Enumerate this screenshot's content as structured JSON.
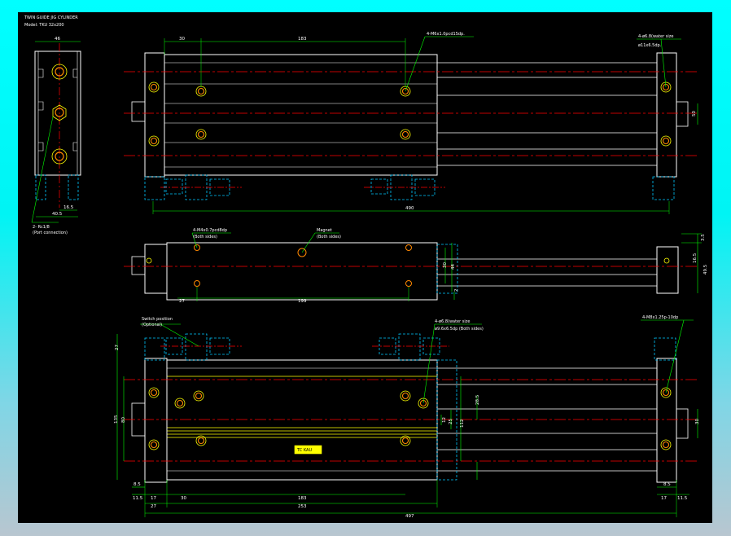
{
  "title_block": {
    "title": "TWIN GUIDE JIG CYLINDER",
    "model": "Model: TKU 32x200"
  },
  "top_view": {
    "callout_holes": "4-M6x1.0pcd1Sdp.",
    "callout_end": "4-ø6.8(water size",
    "callout_end2": "ø11x6.5dp.",
    "dims": {
      "d30": "30",
      "d183": "183",
      "d490": "490",
      "d50": "50"
    }
  },
  "side_view": {
    "width_46": "46",
    "d16_5": "16.5",
    "d40_5": "40.5",
    "port_label": "2- Rc1/8",
    "port_sub": "(Port connection)"
  },
  "middle_view": {
    "callout_left": "4-M4x0.7pcd8dp",
    "callout_left_sub": "(Both sides)",
    "callout_center": "Magnet",
    "callout_center_sub": "(Both sides)",
    "dims": {
      "d27": "27",
      "d199": "199",
      "d30": "30",
      "d44": "44",
      "d3_5": "3.5",
      "d16_5": "16.5",
      "d49_5": "49.5",
      "d2": "2"
    }
  },
  "bottom_view": {
    "callout_switch": "Switch position",
    "callout_switch_sub": "(Optional)",
    "callout_center": "4-ø6.8(water size",
    "callout_center_sub": "ø9.6x6.5dp (Both sides)",
    "callout_right": "4-M8x1.25p-10dp",
    "nameplate": "TC KAU",
    "dims": {
      "d27v": "27",
      "d135": "135",
      "d80": "80",
      "d8_5": "8.5",
      "d11_5": "11.5",
      "d17": "17",
      "d30": "30",
      "d183": "183",
      "d27": "27",
      "d253": "253",
      "d497": "497",
      "d8_5r": "8.5",
      "d17r": "17",
      "d11_5r": "11.5",
      "d30r": "30",
      "d112": "112",
      "d25": "25",
      "d12": "12",
      "d28_5": "28.5"
    }
  },
  "colors": {
    "background_gradient_top": "#00ffff",
    "background_gradient_bottom": "#b8c6d0",
    "outline": "#ffffff",
    "dimension": "#00ff00",
    "centerline": "#ff0000",
    "hidden": "#00c8ff",
    "hole": "#ffff00",
    "hole_ring": "#ff8800"
  }
}
